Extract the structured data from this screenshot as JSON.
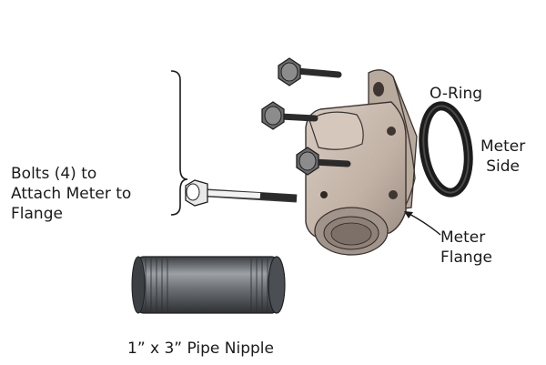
{
  "labels": {
    "bolts": [
      "Bolts (4) to",
      "Attach Meter to",
      "Flange"
    ],
    "oring": "O-Ring",
    "meter_side": [
      "Meter",
      "Side"
    ],
    "meter_flange": [
      "Meter",
      "Flange"
    ],
    "pipe_nipple": "1” x 3” Pipe Nipple"
  },
  "colors": {
    "flange_body": "#c8b9ad",
    "flange_shadow": "#8f8178",
    "bolt_dark": "#2b2b2b",
    "bolt_light": "#d9d9d9",
    "oring": "#1c1c1c",
    "pipe": "#6f7378"
  },
  "icons": [
    "brace",
    "arrow"
  ]
}
